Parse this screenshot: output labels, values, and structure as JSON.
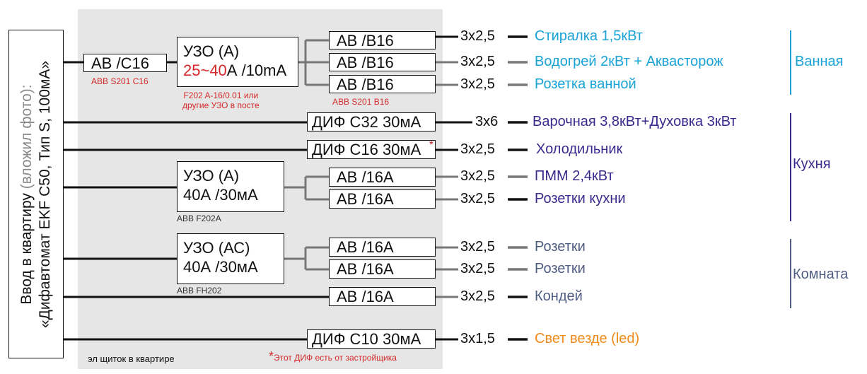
{
  "input": {
    "line1_a": "Ввод в квартиру ",
    "line1_b": "(вложил фото):",
    "line2": "«Дифавтомат EKF C50, Тип S, 100мА»"
  },
  "panel_caption": "эл щиток в квартире",
  "main_breaker": {
    "label": "АВ /С16",
    "model": "ABB S201 C16"
  },
  "rcd1": {
    "title": "УЗО (А)",
    "rating_red": "25~40",
    "rating_rest": "А /10mA",
    "note_line1": "F202 A-16/0.01 или",
    "note_line2": "другие УЗО в посте"
  },
  "rcd2": {
    "title": "УЗО (А)",
    "rating": "40А  /30мА",
    "model": "ABB F202A"
  },
  "rcd3": {
    "title": "УЗО (АС)",
    "rating": "40А  /30мА",
    "model": "ABB FH202"
  },
  "bath_breakers_model": "ABB S201 B16",
  "circuits": [
    {
      "device": "АВ /В16",
      "cable": "3x2,5",
      "load": "Стиралка 1,5кВт"
    },
    {
      "device": "АВ /В16",
      "cable": "3x2,5",
      "load": "Водогрей 2кВт + Аквасторож"
    },
    {
      "device": "АВ /В16",
      "cable": "3x2,5",
      "load": "Розетка ванной"
    },
    {
      "device": "ДИФ С32 30мА",
      "cable": "3x6",
      "load": "Варочная 3,8кВт+Духовка 3кВт"
    },
    {
      "device": "ДИФ С16 30мА",
      "cable": "3x2,5",
      "load": "Холодильник",
      "mark": "*"
    },
    {
      "device": "АВ /16А",
      "cable": "3x2,5",
      "load": "ПММ 2,4кВт"
    },
    {
      "device": "АВ /16А",
      "cable": "3x2,5",
      "load": "Розетки кухни"
    },
    {
      "device": "АВ /16А",
      "cable": "3x2,5",
      "load": "Розетки"
    },
    {
      "device": "АВ /16А",
      "cable": "3x2,5",
      "load": "Розетки"
    },
    {
      "device": "АВ /16А",
      "cable": "3x2,5",
      "load": "Кондей"
    },
    {
      "device": "ДИФ С10 30мА",
      "cable": "3x1,5",
      "load": "Свет везде (led)"
    }
  ],
  "footnote": {
    "star": "*",
    "text": "Этот ДИФ есть от застройщика"
  },
  "groups": [
    {
      "name": "Ванная",
      "color": "#1aa3d6"
    },
    {
      "name": "Кухня",
      "color": "#3a2a8e"
    },
    {
      "name": "Комната",
      "color": "#4f5d82"
    }
  ],
  "colors": {
    "panel": "#e6e6e6",
    "red": "#d42a2a",
    "blue": "#1aa3d6",
    "purple": "#3a2a8e",
    "slate": "#4f5d82",
    "orange": "#f08a1a"
  }
}
